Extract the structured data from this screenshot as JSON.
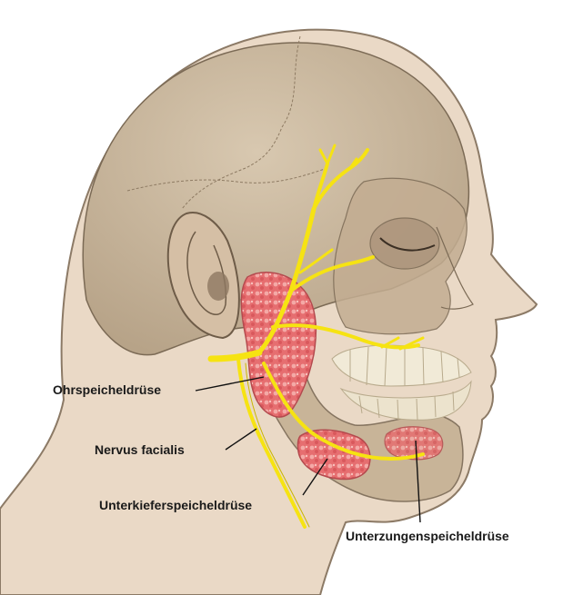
{
  "labels": {
    "parotid": "Ohrspeicheldrüse",
    "facial_nerve": "Nervus facialis",
    "submandibular": "Unterkieferspeicheldrüse",
    "sublingual": "Unterzungenspeicheldrüse"
  },
  "colors": {
    "skin": "#e8d8c4",
    "skin_edge": "#8a7a68",
    "skull": "#c7b59c",
    "skull_edge": "#7d6c57",
    "gland": "#e86a6a",
    "gland_light": "#f2a3a3",
    "nerve": "#f6e312",
    "nerve_edge": "#c9b600",
    "teeth": "#f1ead8",
    "leader": "#111111"
  }
}
